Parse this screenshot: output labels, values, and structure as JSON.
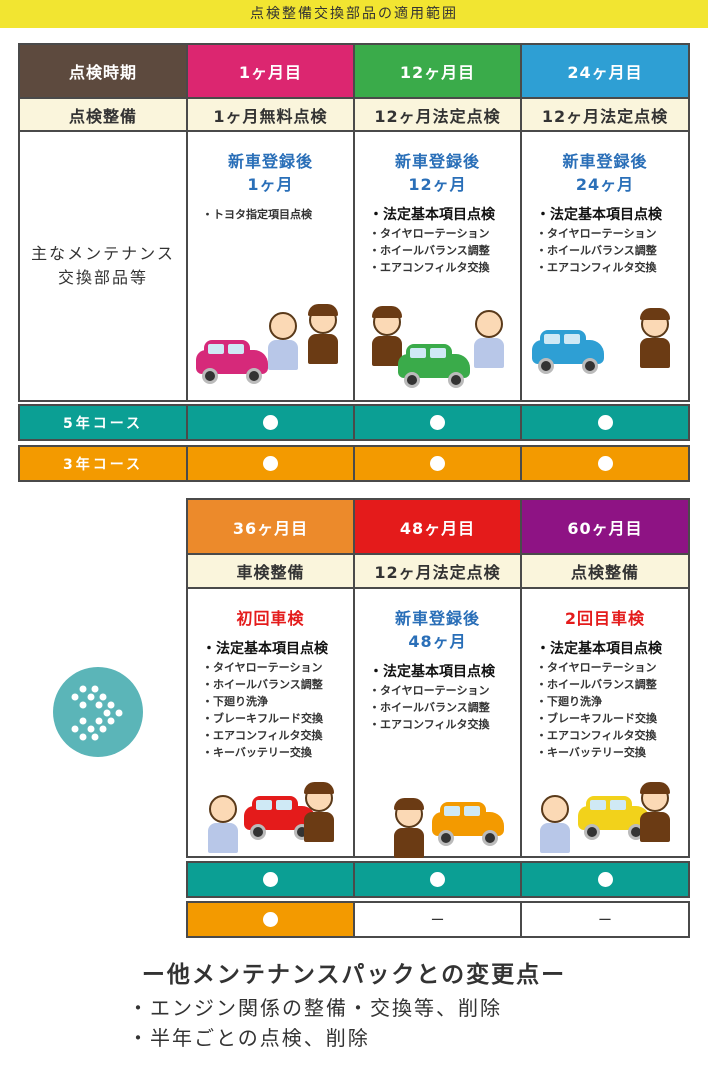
{
  "banner": "点検整備交換部品の適用範囲",
  "table1": {
    "headers": [
      "点検時期",
      "1ヶ月目",
      "12ヶ月目",
      "24ヶ月目"
    ],
    "header_colors": [
      "#5d4a3e",
      "#dc2670",
      "#3aab4a",
      "#2e9fd4"
    ],
    "subrow": [
      "点検整備",
      "1ヶ月無料点検",
      "12ヶ月法定点検",
      "12ヶ月法定点検"
    ],
    "row_label": [
      "主なメンテナンス",
      "交換部品等"
    ],
    "cols": [
      {
        "lead": [
          "新車登録後",
          "1ヶ月"
        ],
        "items": [
          "トヨタ指定項目点検"
        ]
      },
      {
        "lead": [
          "新車登録後",
          "12ヶ月"
        ],
        "items": [
          "法定基本項目点検",
          "タイヤローテーション",
          "ホイールバランス調整",
          "エアコンフィルタ交換"
        ]
      },
      {
        "lead": [
          "新車登録後",
          "24ヶ月"
        ],
        "items": [
          "法定基本項目点検",
          "タイヤローテーション",
          "ホイールバランス調整",
          "エアコンフィルタ交換"
        ]
      }
    ]
  },
  "courses": {
    "five": "5年コース",
    "three": "3年コース",
    "dash": "ー"
  },
  "table2": {
    "headers": [
      "36ヶ月目",
      "48ヶ月目",
      "60ヶ月目"
    ],
    "header_colors": [
      "#ec8a2b",
      "#e41b1b",
      "#8e1384"
    ],
    "subrow": [
      "車検整備",
      "12ヶ月法定点検",
      "点検整備"
    ],
    "cols": [
      {
        "lead": [
          "初回車検"
        ],
        "lead_color": "#e41b1b",
        "items": [
          "法定基本項目点検",
          "タイヤローテーション",
          "ホイールバランス調整",
          "下廻り洗浄",
          "ブレーキフルード交換",
          "エアコンフィルタ交換",
          "キーバッテリー交換"
        ]
      },
      {
        "lead": [
          "新車登録後",
          "48ヶ月"
        ],
        "lead_color": "#2a6fb8",
        "items": [
          "法定基本項目点検",
          "タイヤローテーション",
          "ホイールバランス調整",
          "エアコンフィルタ交換"
        ]
      },
      {
        "lead": [
          "2回目車検"
        ],
        "lead_color": "#e41b1b",
        "items": [
          "法定基本項目点検",
          "タイヤローテーション",
          "ホイールバランス調整",
          "下廻り洗浄",
          "ブレーキフルード交換",
          "エアコンフィルタ交換",
          "キーバッテリー交換"
        ]
      }
    ]
  },
  "footer": {
    "title": "ー他メンテナンスパックとの変更点ー",
    "items": [
      "・エンジン関係の整備・交換等、削除",
      "・半年ごとの点検、削除"
    ]
  },
  "colors": {
    "teal": "#0b9f94",
    "orange": "#f39a00",
    "cream": "#faf5dc",
    "blue_text": "#2a6fb8"
  }
}
